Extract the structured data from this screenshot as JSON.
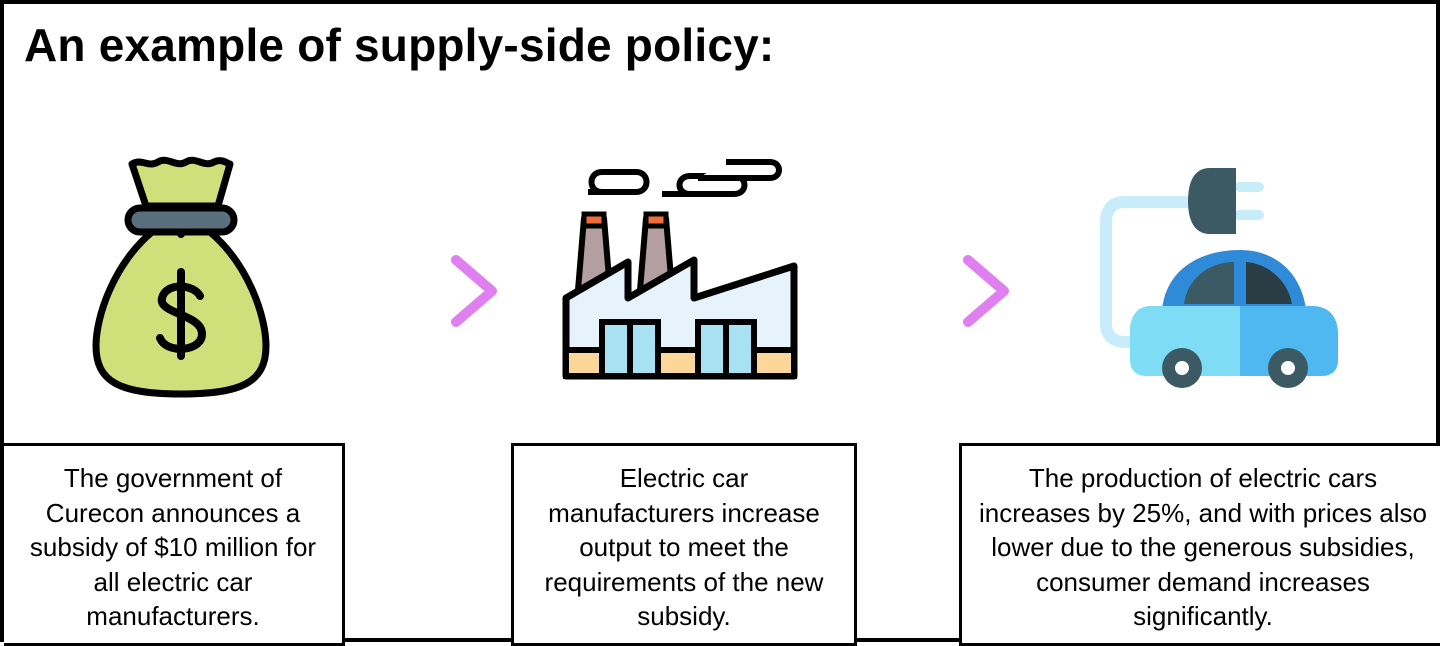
{
  "title": "An example of supply-side policy:",
  "steps": [
    {
      "icon": "money-bag-icon",
      "text": "The government of Curecon announces a subsidy of $10 million for all electric car manufacturers."
    },
    {
      "icon": "factory-icon",
      "text": "Electric car manufacturers increase output to meet the requirements of the new subsidy."
    },
    {
      "icon": "electric-car-icon",
      "text": "The production of electric cars increases by 25%, and with prices also lower due to the generous subsidies, consumer demand increases significantly."
    }
  ],
  "colors": {
    "border": "#000000",
    "money_bag": "#cfe07a",
    "money_bag_band": "#5a6f7e",
    "factory_body": "#e6f3fb",
    "factory_windows": "#a8e2f2",
    "factory_base": "#fdd79a",
    "chimney": "#b39ea1",
    "chimney_top": "#f06d3b",
    "car_body_left": "#7fdcf5",
    "car_body_right": "#4fb8f0",
    "plug": "#3c5a63",
    "cable": "#c9ecfb",
    "arrow_start": "#5ec7f0",
    "arrow_end": "#e07ff0"
  }
}
